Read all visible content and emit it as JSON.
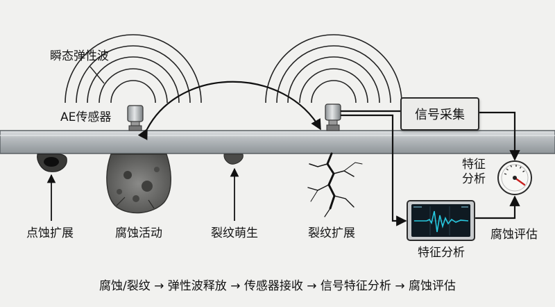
{
  "labels": {
    "elastic_wave": "瞬态弹性波",
    "ae_sensor": "AE传感器",
    "signal_acquisition": "信号采集",
    "feature_analysis_gauge": "特征\n分析",
    "feature_analysis_screen": "特征分析",
    "corrosion_assessment": "腐蚀评估"
  },
  "defects": [
    {
      "label": "点蚀扩展"
    },
    {
      "label": "腐蚀活动"
    },
    {
      "label": "裂纹萌生"
    },
    {
      "label": "裂纹扩展"
    }
  ],
  "flow": {
    "steps": [
      "腐蚀/裂纹",
      "弹性波释放",
      "传感器接收",
      "信号特征分析",
      "腐蚀评估"
    ],
    "separator": "→"
  },
  "colors": {
    "plate": "#b7bcbf",
    "plate_edge": "#5a6064",
    "signal_wave": "#27c9e0",
    "screen": "#0f1a22",
    "gauge_needle": "#c8201e"
  }
}
